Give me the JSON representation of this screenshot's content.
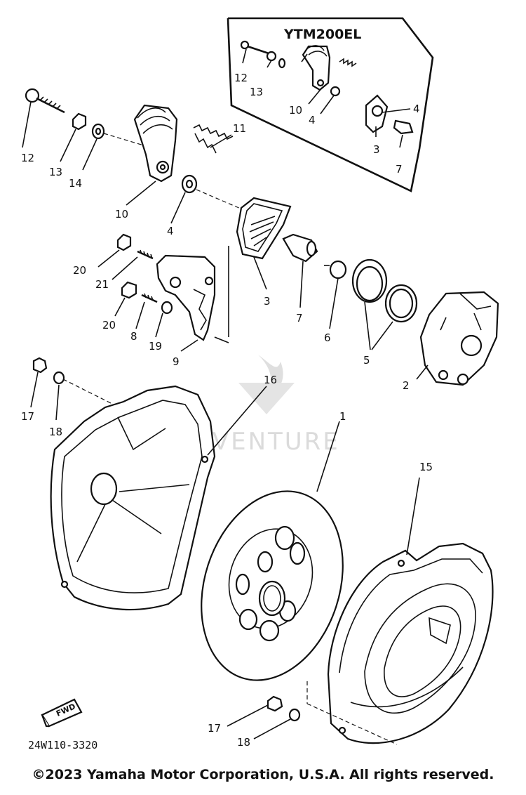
{
  "inset": {
    "title": "YTM200EL",
    "labels": [
      "12",
      "13",
      "10",
      "4",
      "4",
      "3",
      "7"
    ]
  },
  "callouts": [
    "12",
    "13",
    "14",
    "10",
    "11",
    "4",
    "3",
    "7",
    "6",
    "5",
    "2",
    "20",
    "21",
    "20",
    "8",
    "19",
    "9",
    "17",
    "18",
    "16",
    "1",
    "15",
    "17",
    "18"
  ],
  "fwd_label": "FWD",
  "diagram_code": "24W110-3320",
  "watermark": "ADVENTURE",
  "copyright": "©2023 Yamaha Motor Corporation, U.S.A. All rights reserved."
}
